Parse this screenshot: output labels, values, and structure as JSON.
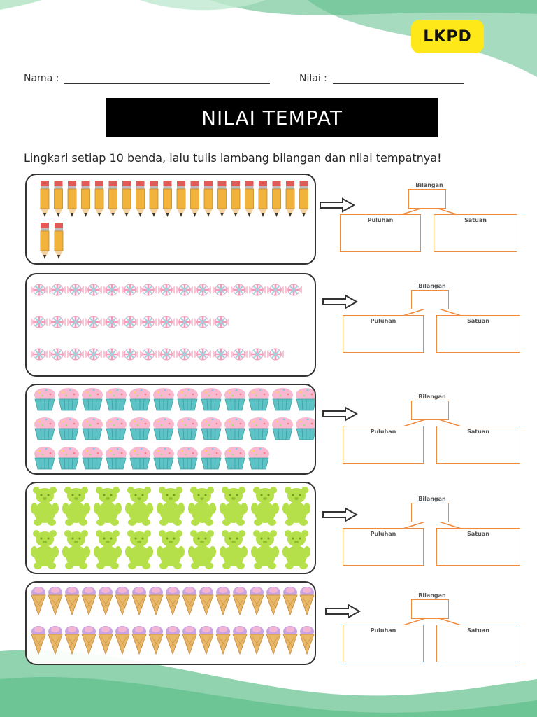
{
  "badge": "LKPD",
  "fields": {
    "nama": "Nama :",
    "nilai": "Nilai :"
  },
  "title": "NILAI TEMPAT",
  "instruction": "Lingkari setiap 10 benda, lalu tulis lambang bilangan dan nilai tempatnya!",
  "tree_labels": {
    "bilangan": "Bilangan",
    "puluhan": "Puluhan",
    "satuan": "Satuan"
  },
  "colors": {
    "wave_green": "#7ecba0",
    "wave_light": "#bfe8cf",
    "badge_yellow": "#ffe81a",
    "tree_orange": "#f08a3c",
    "pencil_yellow": "#f2b33d",
    "candy_pink": "#f29ab7",
    "cupcake_teal": "#5ec3c6",
    "bear_green": "#b5e04a",
    "icecream_purple": "#c9a3e3"
  },
  "exercises": [
    {
      "item": "pencil-icon",
      "count": 22
    },
    {
      "item": "candy-icon",
      "count": 40
    },
    {
      "item": "cupcake-icon",
      "count": 34
    },
    {
      "item": "gummy-bear-icon",
      "count": 18
    },
    {
      "item": "ice-cream-icon",
      "count": 34
    }
  ]
}
